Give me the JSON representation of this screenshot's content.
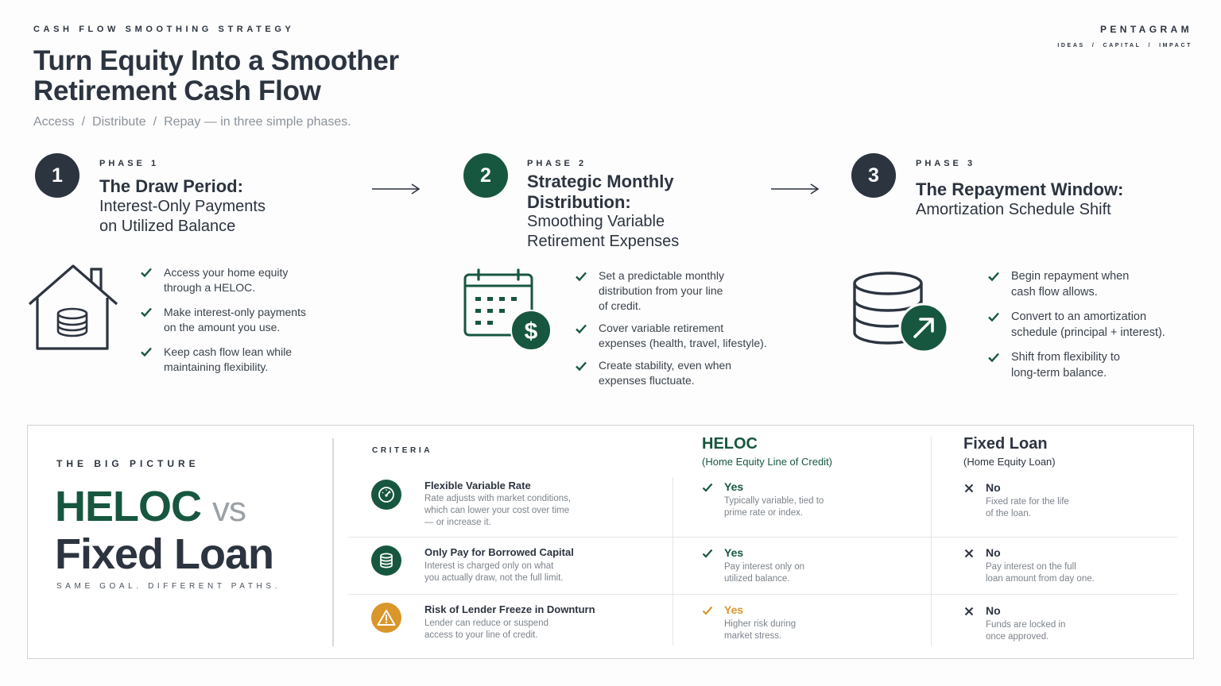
{
  "header": {
    "eyebrow": "CASH FLOW SMOOTHING STRATEGY",
    "title_line1": "Turn Equity Into a Smoother",
    "title_line2": "Retirement Cash Flow",
    "tagline": {
      "step1": "Access",
      "sep1": "/",
      "step2": "Distribute",
      "sep2": "/",
      "step3": "Repay",
      "rest": "— in three simple phases."
    }
  },
  "brand": {
    "name": "PENTAGRAM",
    "tagline": "IDEAS  /  CAPITAL  /  IMPACT"
  },
  "colors": {
    "navy": "#2c3440",
    "green": "#17573f",
    "amber": "#d9962a",
    "muted": "#7c838b"
  },
  "phases": [
    {
      "number": "1",
      "label": "PHASE 1",
      "title": "The Draw Period:",
      "subtitle_line1": "Interest-Only Payments",
      "subtitle_line2": "on Utilized Balance",
      "icon": "house-database-icon",
      "bullets": [
        [
          "Access your home equity",
          "through a HELOC."
        ],
        [
          "Make interest-only payments",
          "on the amount you use."
        ],
        [
          "Keep cash flow lean while",
          "maintaining flexibility."
        ]
      ]
    },
    {
      "number": "2",
      "label": "PHASE 2",
      "title_line1": "Strategic Monthly",
      "title_line2": "Distribution:",
      "subtitle_line1": "Smoothing Variable",
      "subtitle_line2": "Retirement Expenses",
      "icon": "calendar-dollar-icon",
      "bullets": [
        [
          "Set a predictable monthly",
          "distribution from your line",
          "of credit."
        ],
        [
          "Cover variable retirement",
          "expenses (health, travel, lifestyle)."
        ],
        [
          "Create stability, even when",
          "expenses fluctuate."
        ]
      ]
    },
    {
      "number": "3",
      "label": "PHASE 3",
      "title": "The Repayment Window:",
      "subtitle": "Amortization Schedule Shift",
      "icon": "database-arrow-icon",
      "bullets": [
        [
          "Begin repayment when",
          "cash flow allows."
        ],
        [
          "Convert to an amortization",
          "schedule (principal + interest)."
        ],
        [
          "Shift from flexibility to",
          "long-term balance."
        ]
      ]
    }
  ],
  "comparison": {
    "eyebrow": "THE BIG PICTURE",
    "title_heloc": "HELOC",
    "title_vs": "vs",
    "title_fixed": "Fixed Loan",
    "subtitle": "SAME GOAL. DIFFERENT PATHS.",
    "criteria_header": "CRITERIA",
    "heloc_header": "HELOC",
    "heloc_subheader": "(Home Equity Line of Credit)",
    "fixed_header": "Fixed Loan",
    "fixed_subheader": "(Home Equity Loan)",
    "rows": [
      {
        "icon": "gauge-icon",
        "title": "Flexible Variable Rate",
        "desc": [
          "Rate adjusts with market conditions,",
          "which can lower your cost over time",
          "— or increase it."
        ],
        "heloc_answer": "Yes",
        "heloc_desc": [
          "Typically variable, tied to",
          "prime rate or index."
        ],
        "fixed_answer": "No",
        "fixed_desc": [
          "Fixed rate for the life",
          "of the loan."
        ]
      },
      {
        "icon": "database-icon",
        "title": "Only Pay for Borrowed Capital",
        "desc": [
          "Interest is charged only on what",
          "you actually draw, not the full limit."
        ],
        "heloc_answer": "Yes",
        "heloc_desc": [
          "Pay interest only on",
          "utilized balance."
        ],
        "fixed_answer": "No",
        "fixed_desc": [
          "Pay interest on the full",
          "loan amount from day one."
        ]
      },
      {
        "icon": "warning-icon",
        "title": "Risk of Lender Freeze in Downturn",
        "desc": [
          "Lender can reduce or suspend",
          "access to your line of credit."
        ],
        "heloc_answer": "Yes",
        "heloc_desc": [
          "Higher risk during",
          "market stress."
        ],
        "fixed_answer": "No",
        "fixed_desc": [
          "Funds are locked in",
          "once approved."
        ]
      }
    ]
  }
}
